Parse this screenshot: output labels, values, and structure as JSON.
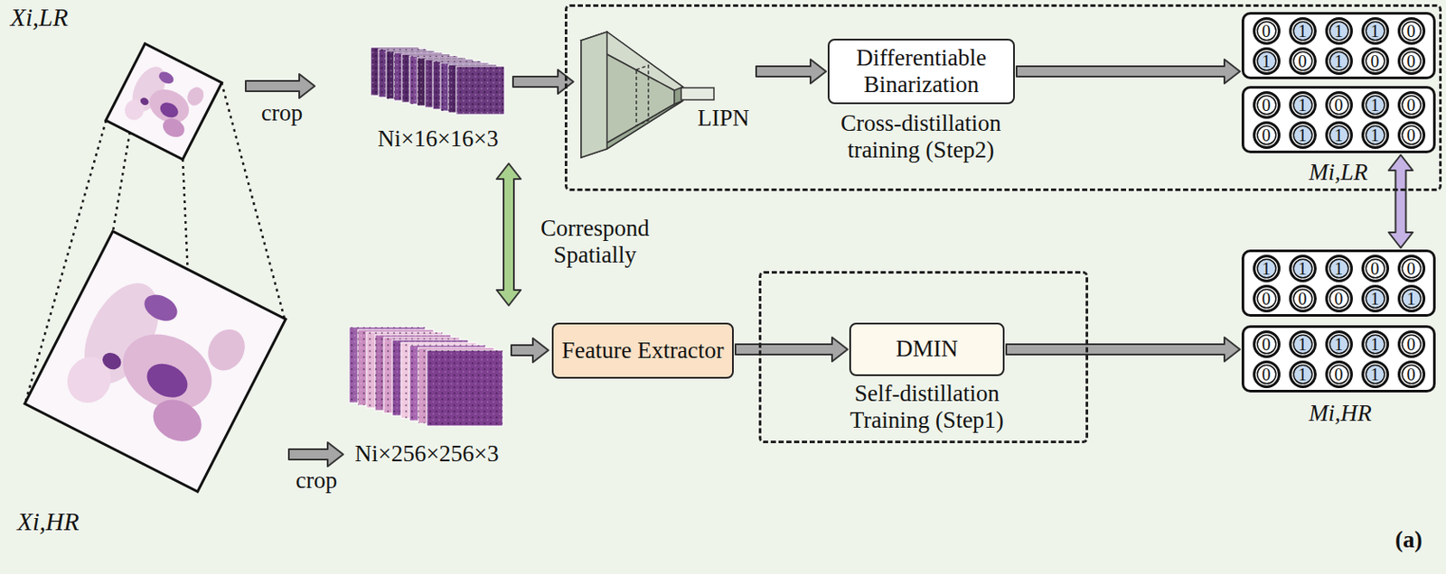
{
  "diagram": {
    "nodes": [
      {
        "text": [
          "Cross-distillation training (Step2)"
        ]
      },
      {
        "text": [
          "LIPN"
        ],
        "in": 0
      },
      {
        "text": [
          "Differentiable Binarization"
        ],
        "in": 0
      },
      {
        "text": [
          "0",
          "1",
          "1",
          "1",
          "0",
          "1",
          "0",
          "1",
          "0",
          "0"
        ],
        "in": 0
      },
      {
        "text": [
          "0",
          "1",
          "0",
          "1",
          "0",
          "0",
          "1",
          "1",
          "1",
          "0"
        ],
        "in": 0
      },
      {
        "text": [
          "Feature Extractor"
        ]
      },
      {
        "text": [
          "Self-distillation Training (Step1)"
        ]
      },
      {
        "text": [
          "DMIN"
        ],
        "in": 6
      },
      {
        "text": [
          "1",
          "1",
          "1",
          "0",
          "0",
          "0",
          "0",
          "0",
          "1",
          "1"
        ]
      },
      {
        "text": [
          "0",
          "1",
          "1",
          "1",
          "0",
          "0",
          "1",
          "0",
          "1",
          "0"
        ]
      }
    ],
    "edges": [
      {
        "from": 1,
        "to": 2,
        "arrow": "to"
      },
      {
        "from": 2,
        "to": 3,
        "arrow": "to"
      },
      {
        "from": 4,
        "to": 8,
        "arrow": "both"
      },
      {
        "from": 5,
        "to": 7,
        "arrow": "to"
      },
      {
        "from": 7,
        "to": 9,
        "arrow": "to"
      }
    ],
    "labels": [
      "Xi,LR",
      "crop",
      "Ni×16×16×3",
      "Correspond Spatially",
      "Xi,HR",
      "crop",
      "Ni×256×256×3",
      "Mi,LR",
      "Mi,HR",
      "(a)"
    ]
  }
}
